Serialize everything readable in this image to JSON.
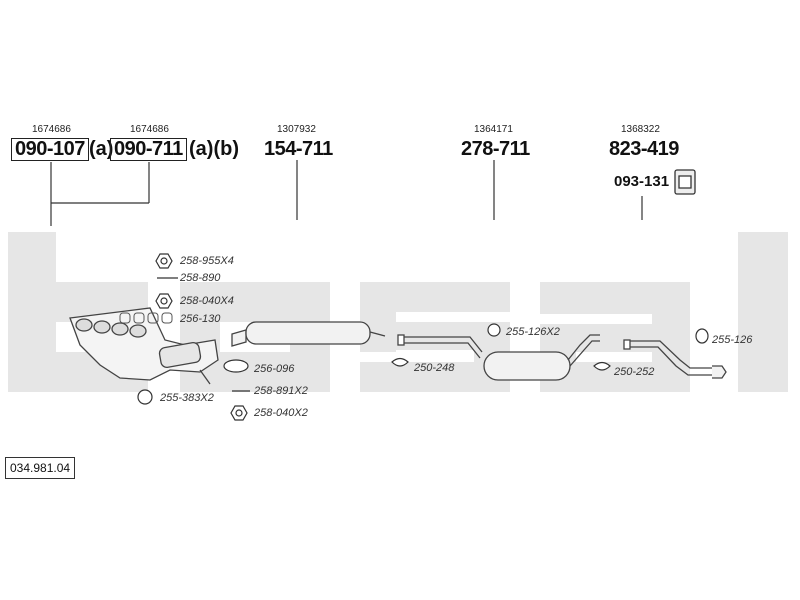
{
  "watermark": "bosal",
  "diagram_number": "034.981.04",
  "parts": {
    "front_pipe_a": {
      "ref": "1674686",
      "number": "090-107",
      "suffix": "(a)"
    },
    "front_pipe_b": {
      "ref": "1674686",
      "number": "090-711",
      "suffix": "(a)(b)"
    },
    "middle_silencer": {
      "ref": "1307932",
      "number": "154-711"
    },
    "center_silencer": {
      "ref": "1364171",
      "number": "278-711"
    },
    "rear_pipe": {
      "ref": "1368322",
      "number": "823-419"
    },
    "bracket": {
      "number": "093-131"
    }
  },
  "fittings": [
    "258-955X4",
    "258-890",
    "258-040X4",
    "256-130",
    "256-096",
    "258-891X2",
    "255-383X2",
    "258-040X2",
    "255-126X2",
    "250-248",
    "250-252",
    "255-126"
  ]
}
